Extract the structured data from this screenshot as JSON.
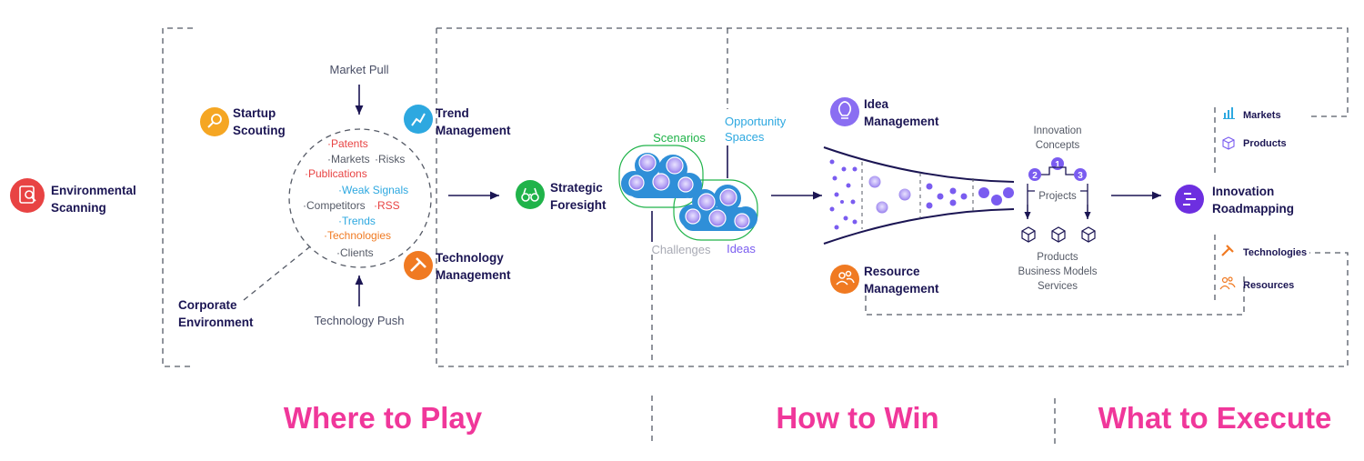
{
  "colors": {
    "navy": "#1b1553",
    "pink": "#f0379a",
    "red": "#e84343",
    "orange": "#f07a22",
    "blue": "#2da8e0",
    "green": "#20b34a",
    "purple": "#7a5cf0",
    "yellow": "#f5a623",
    "gray": "#555a66",
    "lightgray": "#a8aab4"
  },
  "phases": {
    "where": "Where to Play",
    "how": "How to Win",
    "what": "What to Execute"
  },
  "nodes": {
    "environmental_scanning": [
      "Environmental",
      "Scanning"
    ],
    "startup_scouting": [
      "Startup",
      "Scouting"
    ],
    "trend_management": [
      "Trend",
      "Management"
    ],
    "technology_management": [
      "Technology",
      "Management"
    ],
    "corporate_environment": [
      "Corporate",
      "Environment"
    ],
    "strategic_foresight": [
      "Strategic",
      "Foresight"
    ],
    "idea_management": [
      "Idea",
      "Management"
    ],
    "resource_management": [
      "Resource",
      "Management"
    ],
    "innovation_roadmapping": [
      "Innovation",
      "Roadmapping"
    ]
  },
  "signals": {
    "market_pull": "Market Pull",
    "technology_push": "Technology Push",
    "patents": "·Patents",
    "markets": "·Markets",
    "risks": "·Risks",
    "publications": "·Publications",
    "weak_signals": "·Weak Signals",
    "competitors": "·Competitors",
    "rss": "·RSS",
    "trends": "·Trends",
    "technologies": "·Technologies",
    "clients": "·Clients"
  },
  "foresight": {
    "scenarios": "Scenarios",
    "opportunity": [
      "Opportunity",
      "Spaces"
    ],
    "challenges": "Challenges",
    "ideas": "Ideas"
  },
  "funnel": {
    "concepts": [
      "Innovation",
      "Concepts"
    ],
    "projects": "Projects",
    "steps": [
      "1",
      "2",
      "3"
    ],
    "outputs": [
      "Products",
      "Business Models",
      "Services"
    ]
  },
  "roadmap": {
    "markets": "Markets",
    "products": "Products",
    "technologies": "Technologies",
    "resources": "Resources"
  }
}
